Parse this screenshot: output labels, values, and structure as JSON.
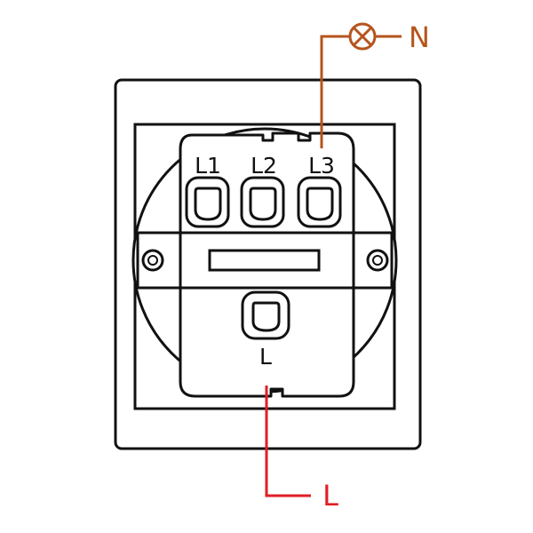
{
  "terminals": {
    "l1": "L1",
    "l2": "L2",
    "l3": "L3",
    "l": "L"
  },
  "wires": {
    "neutral_label": "N",
    "line_label": "L"
  },
  "colors": {
    "neutral_wire": "#b5541c",
    "line_wire": "#e01e24",
    "outline": "#111111",
    "background": "#ffffff"
  },
  "icons": {
    "lamp": "lamp-icon"
  }
}
